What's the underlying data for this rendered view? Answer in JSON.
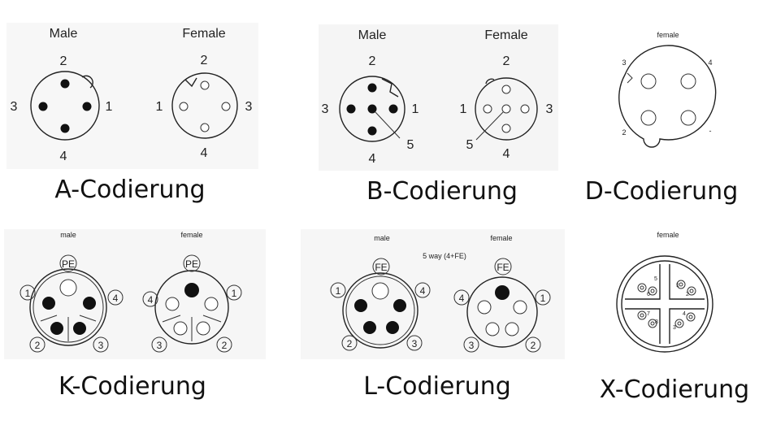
{
  "connectors": {
    "a": {
      "male_label": "Male",
      "female_label": "Female",
      "pins_male": [
        "2",
        "3",
        "1",
        "4"
      ],
      "pins_female": [
        "2",
        "1",
        "3",
        "4"
      ],
      "caption": "A-Codierung"
    },
    "b": {
      "male_label": "Male",
      "female_label": "Female",
      "pins_male": [
        "2",
        "3",
        "1",
        "5",
        "4"
      ],
      "pins_female": [
        "2",
        "1",
        "3",
        "5",
        "4"
      ],
      "caption": "B-Codierung"
    },
    "d": {
      "female_label": "female",
      "pins_female": [
        "3",
        "4",
        "2",
        "-"
      ],
      "caption": "D-Codierung"
    },
    "k": {
      "male_label": "male",
      "female_label": "female",
      "pins_male": [
        "PE",
        "1",
        "4",
        "2",
        "3"
      ],
      "pins_female": [
        "PE",
        "4",
        "1",
        "3",
        "2"
      ],
      "caption": "K-Codierung"
    },
    "l": {
      "male_label": "male",
      "female_label": "female",
      "note": "5 way (4+FE)",
      "pins_male": [
        "FE",
        "1",
        "4",
        "2",
        "3"
      ],
      "pins_female": [
        "FE",
        "4",
        "1",
        "3",
        "2"
      ],
      "caption": "L-Codierung"
    },
    "x": {
      "female_label": "female",
      "pins": [
        "5",
        "1",
        "6",
        "2",
        "7",
        "4",
        "8",
        "3"
      ],
      "caption": "X-Codierung"
    }
  }
}
